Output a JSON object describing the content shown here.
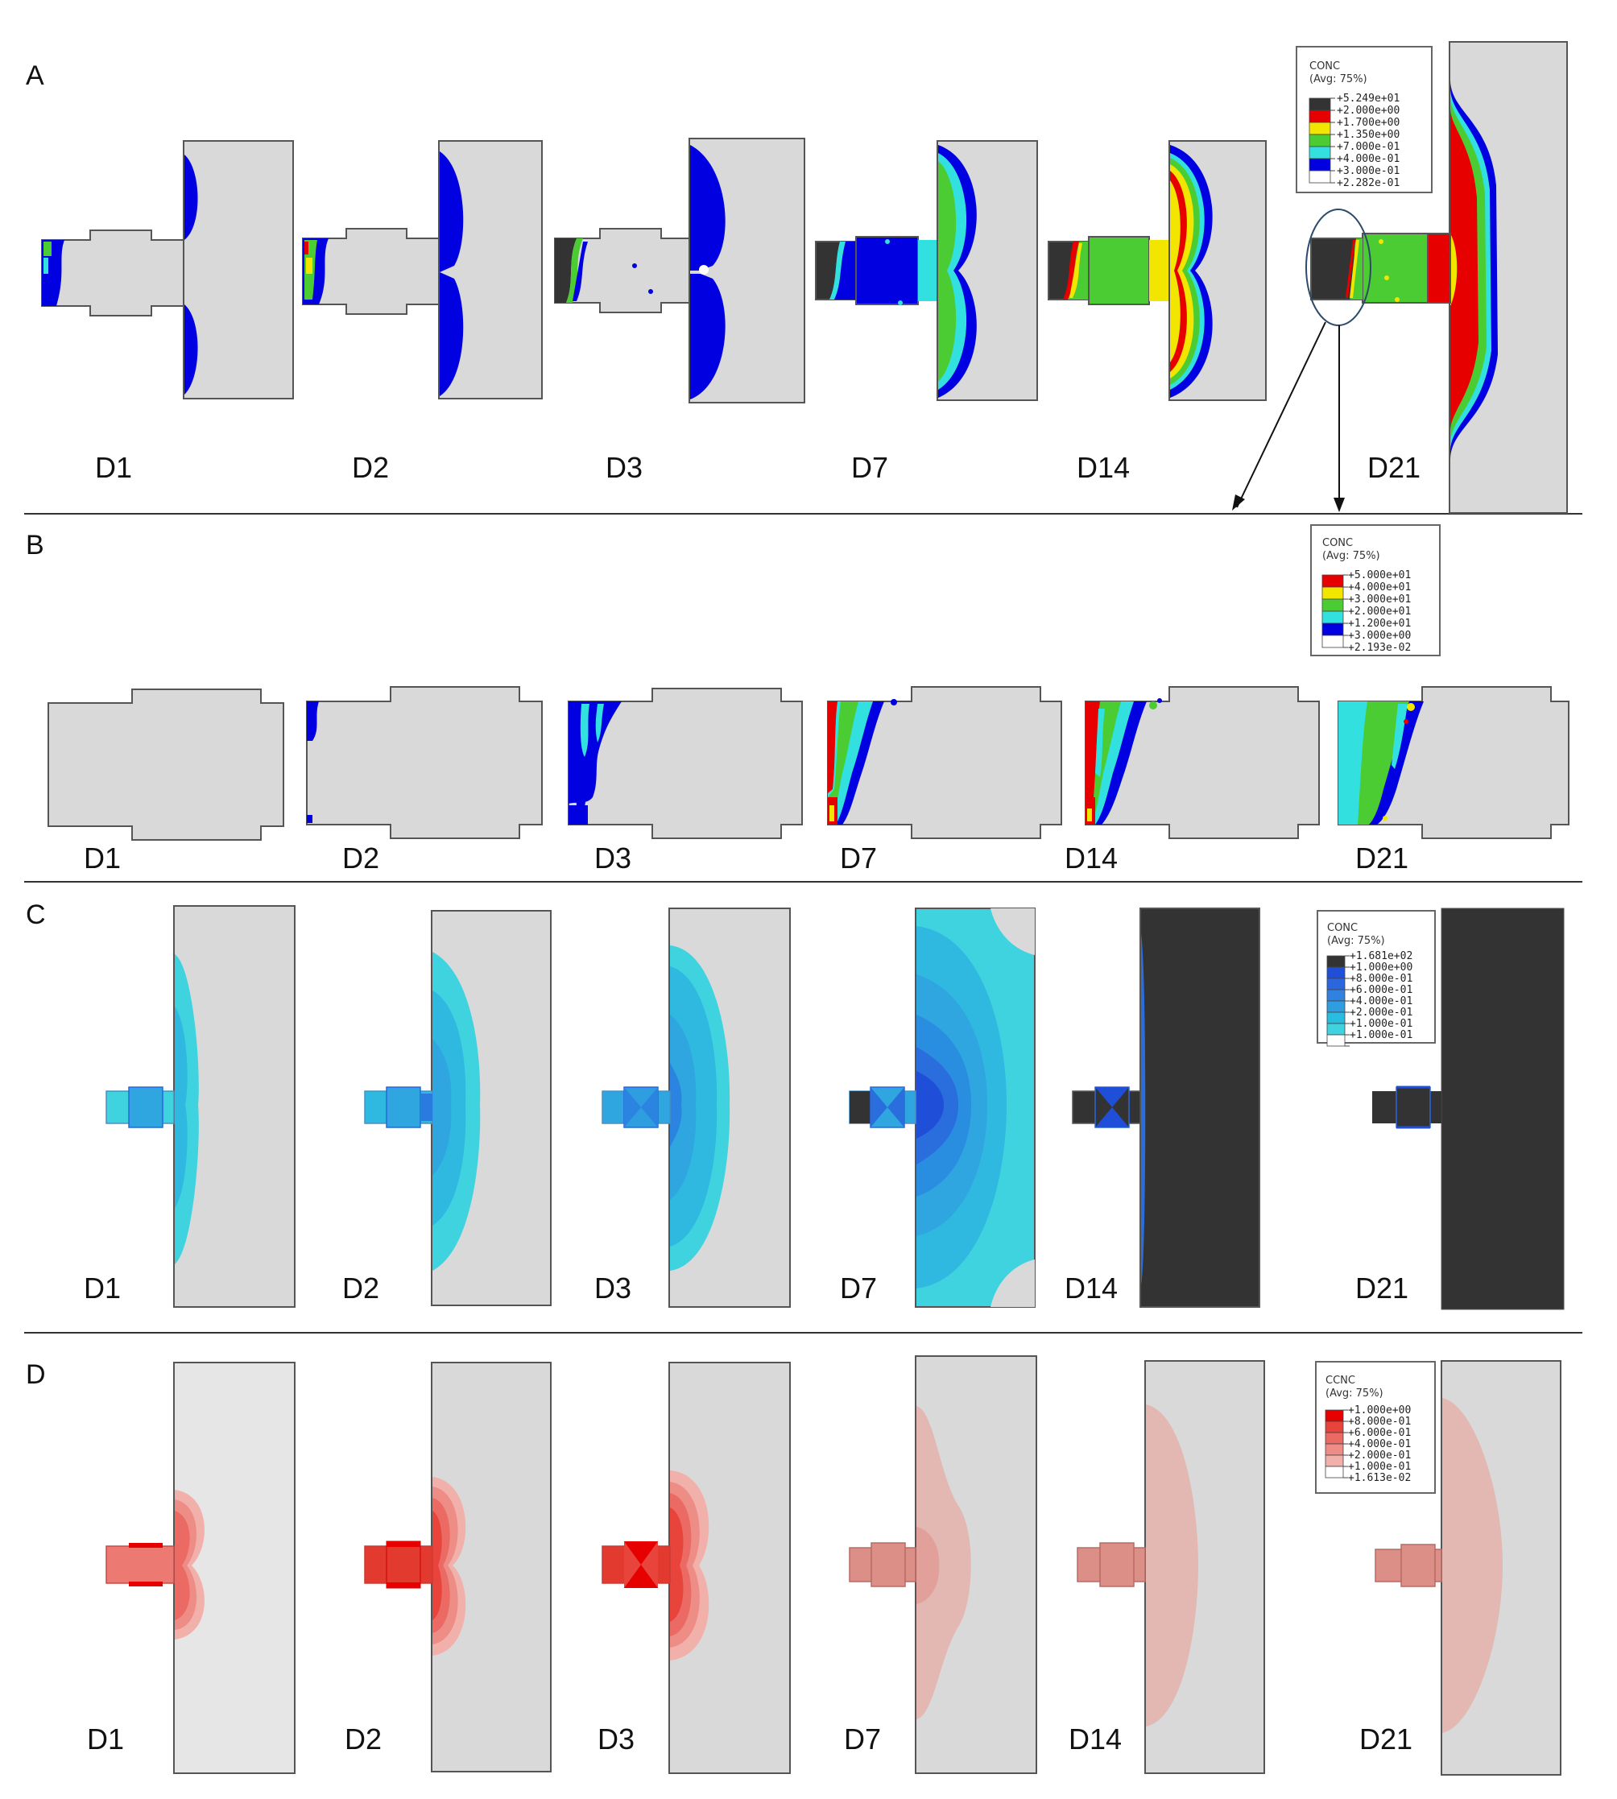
{
  "panels": [
    {
      "letter": "A",
      "days": [
        "D1",
        "D2",
        "D3",
        "D7",
        "D14",
        "D21"
      ],
      "legend": {
        "title": "CONC",
        "subtitle": "(Avg: 75%)",
        "values": [
          "+5.249e+01",
          "+2.000e+00",
          "+1.700e+00",
          "+1.350e+00",
          "+7.000e-01",
          "+4.000e-01",
          "+3.000e-01",
          "+2.282e-01"
        ],
        "colors": [
          "#333333",
          "#e60000",
          "#f2e600",
          "#4ccc33",
          "#33e0e0",
          "#0000e0",
          "#ffffff"
        ]
      }
    },
    {
      "letter": "B",
      "days": [
        "D1",
        "D2",
        "D3",
        "D7",
        "D14",
        "D21"
      ],
      "legend": {
        "title": "CONC",
        "subtitle": "(Avg: 75%)",
        "values": [
          "+5.000e+01",
          "+4.000e+01",
          "+3.000e+01",
          "+2.000e+01",
          "+1.200e+01",
          "+3.000e+00",
          "+2.193e-02"
        ],
        "colors": [
          "#e60000",
          "#f2e600",
          "#4ccc33",
          "#33e0e0",
          "#0000e0",
          "#ffffff"
        ]
      }
    },
    {
      "letter": "C",
      "days": [
        "D1",
        "D2",
        "D3",
        "D7",
        "D14",
        "D21"
      ],
      "legend": {
        "title": "CONC",
        "subtitle": "(Avg: 75%)",
        "values": [
          "+1.681e+02",
          "+1.000e+00",
          "+8.000e-01",
          "+6.000e-01",
          "+4.000e-01",
          "+2.000e-01",
          "+1.000e-01",
          "+1.000e-01"
        ],
        "colors": [
          "#333333",
          "#1f4fd9",
          "#2a66de",
          "#2f82e0",
          "#2f9ee0",
          "#28bde0",
          "#3fd3e0",
          "#ffffff"
        ]
      }
    },
    {
      "letter": "D",
      "days": [
        "D1",
        "D2",
        "D3",
        "D7",
        "D14",
        "D21"
      ],
      "legend": {
        "title": "CCNC",
        "subtitle": "(Avg: 75%)",
        "values": [
          "+1.000e+00",
          "+8.000e-01",
          "+6.000e-01",
          "+4.000e-01",
          "+2.000e-01",
          "+1.000e-01",
          "+1.613e-02"
        ],
        "colors": [
          "#e60000",
          "#e8443c",
          "#eb6a63",
          "#ee8c86",
          "#f2b0ab",
          "#ffffff"
        ]
      }
    }
  ],
  "colors": {
    "tissue_gray": "#d9d9d9",
    "outline": "#555555",
    "dark": "#333333",
    "red": "#e60000",
    "yellow": "#f2e600",
    "green": "#4ccc33",
    "cyan": "#33e0e0",
    "blue": "#0000e0",
    "c_light": "#3fd3e0",
    "c_mid": "#2fa6e0",
    "c_deep": "#2a66de",
    "c_deepest": "#1f4fd9",
    "d_strong": "#e33a30",
    "d_mid": "#ec7a72",
    "d_light": "#f2b0ab",
    "d_faint": "#e3b7b2",
    "d_bright": "#e60000"
  }
}
